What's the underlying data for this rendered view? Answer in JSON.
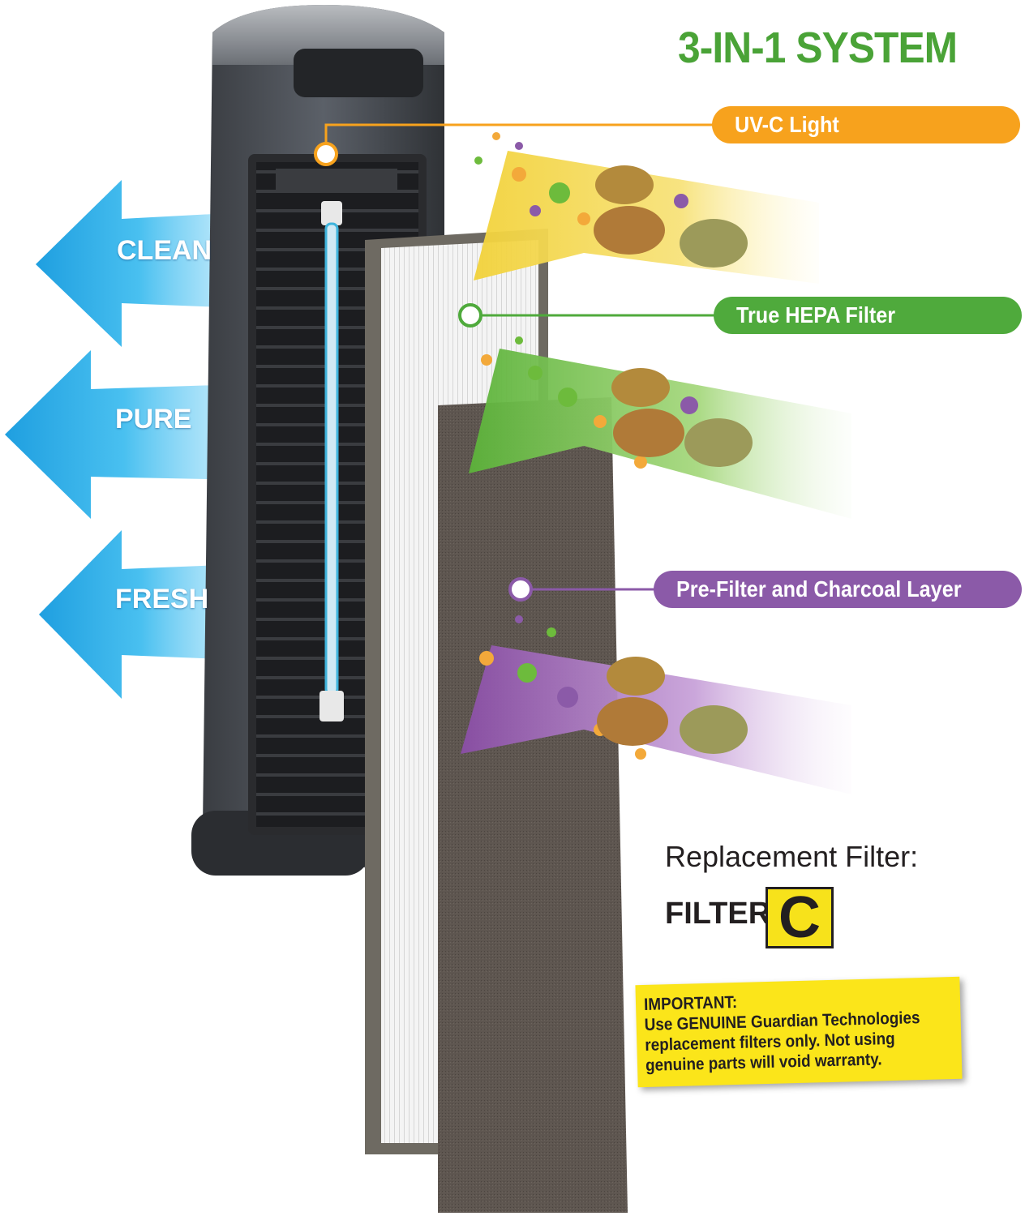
{
  "title": "3-IN-1 SYSTEM",
  "stages": {
    "uvc": {
      "label": "UV-C Light",
      "color": "#f7a21d"
    },
    "hepa": {
      "label": "True HEPA Filter",
      "color": "#4faa3c"
    },
    "prefilter": {
      "label": "Pre-Filter and Charcoal Layer",
      "color": "#8b5aa8"
    }
  },
  "arrows": [
    "CLEAN",
    "PURE",
    "FRESH"
  ],
  "replacement": {
    "label": "Replacement Filter:",
    "filter_word": "FILTER",
    "filter_letter": "C"
  },
  "important": {
    "heading": "IMPORTANT:",
    "lines": [
      "Use GENUINE Guardian Technologies",
      "replacement filters only. Not using",
      "genuine parts will void warranty."
    ]
  },
  "colors": {
    "title_green": "#4aa337",
    "arrow_blue": "#29a8e0",
    "note_yellow": "#fbe51a"
  }
}
